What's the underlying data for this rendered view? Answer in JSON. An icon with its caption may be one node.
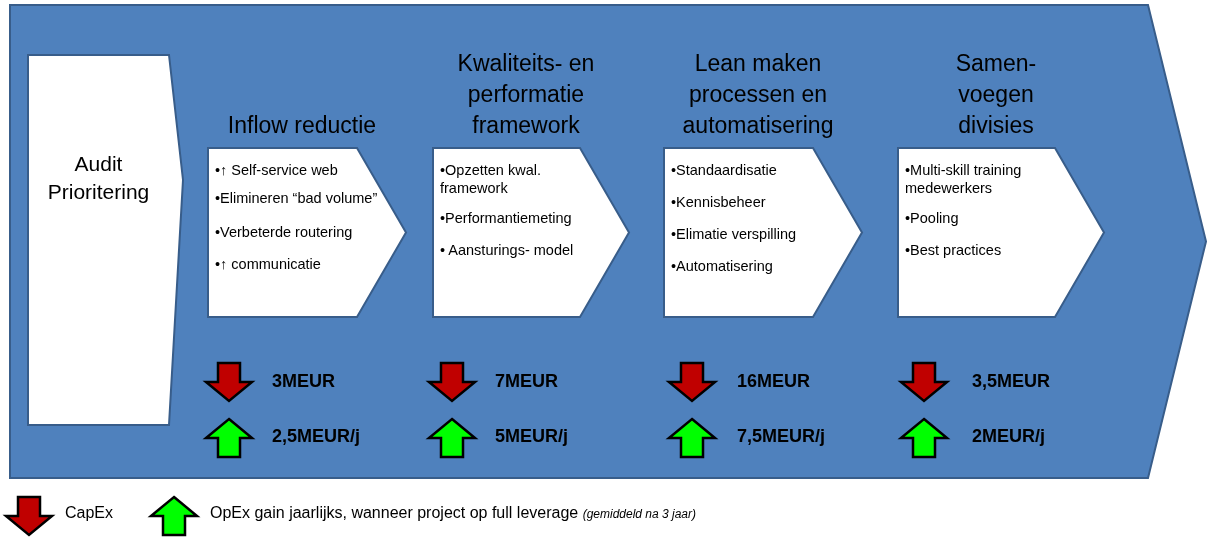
{
  "diagram": {
    "nodes": [
      {
        "text": [],
        "shape": "chevron"
      },
      {
        "text": [
          "Audit Prioritering"
        ],
        "in": 0
      },
      {
        "text": [
          "Inflow reductie",
          "•↑ Self-service web",
          "•Elimineren “bad volume”",
          "•Verbeterde routering",
          "•↑ communicatie"
        ],
        "in": 0
      },
      {
        "text": [
          "Kwaliteits- en performatie framework",
          "•Opzetten kwal. framework",
          "•Performantiemeting",
          "• Aansturings- model"
        ],
        "in": 0
      },
      {
        "text": [
          "Lean maken processen en automatisering",
          "•Standaardisatie",
          "•Kennisbeheer",
          "•Elimatie verspilling",
          "•Automatisering"
        ],
        "in": 0
      },
      {
        "text": [
          "Samen- voegen divisies",
          "•Multi-skill training medewerkers",
          "•Pooling",
          "•Best practices"
        ],
        "in": 0
      }
    ],
    "labels": [
      "3MEUR",
      "2,5MEUR/j",
      "7MEUR",
      "5MEUR/j",
      "16MEUR",
      "7,5MEUR/j",
      "3,5MEUR",
      "2MEUR/j"
    ],
    "legend": [
      {
        "text": "CapEx"
      },
      {
        "text": "OpEx gain jaarlijks, wanneer project op full leverage *(gemiddeld na 3 jaar)*"
      }
    ]
  }
}
